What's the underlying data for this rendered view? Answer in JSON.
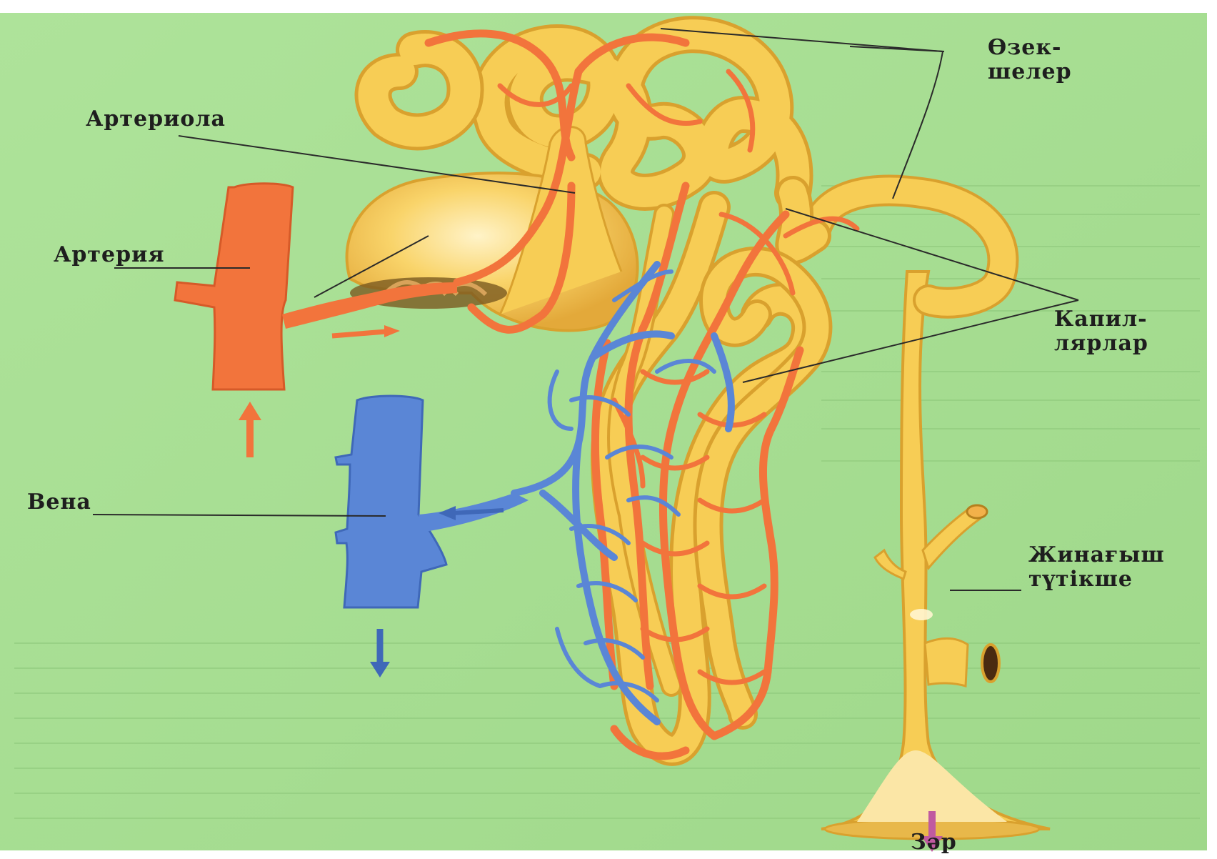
{
  "labels": {
    "ozekshe_line1": "Өзек-",
    "ozekshe_line2": "шелер",
    "arteriola": "Артериола",
    "arteria": "Артерия",
    "kapillyar_line1": "Капил-",
    "kapillyar_line2": "лярлар",
    "vena": "Вена",
    "zhinagysh_line1": "Жинағыш",
    "zhinagysh_line2": "түтікше",
    "zar": "Зәр"
  },
  "colors": {
    "background": "#a6dc8c",
    "tubule": "#f7cd55",
    "tubule_edge": "#d9a12e",
    "artery": "#f2743c",
    "vein": "#5a86d6",
    "urine_arrow": "#c05aa0"
  }
}
